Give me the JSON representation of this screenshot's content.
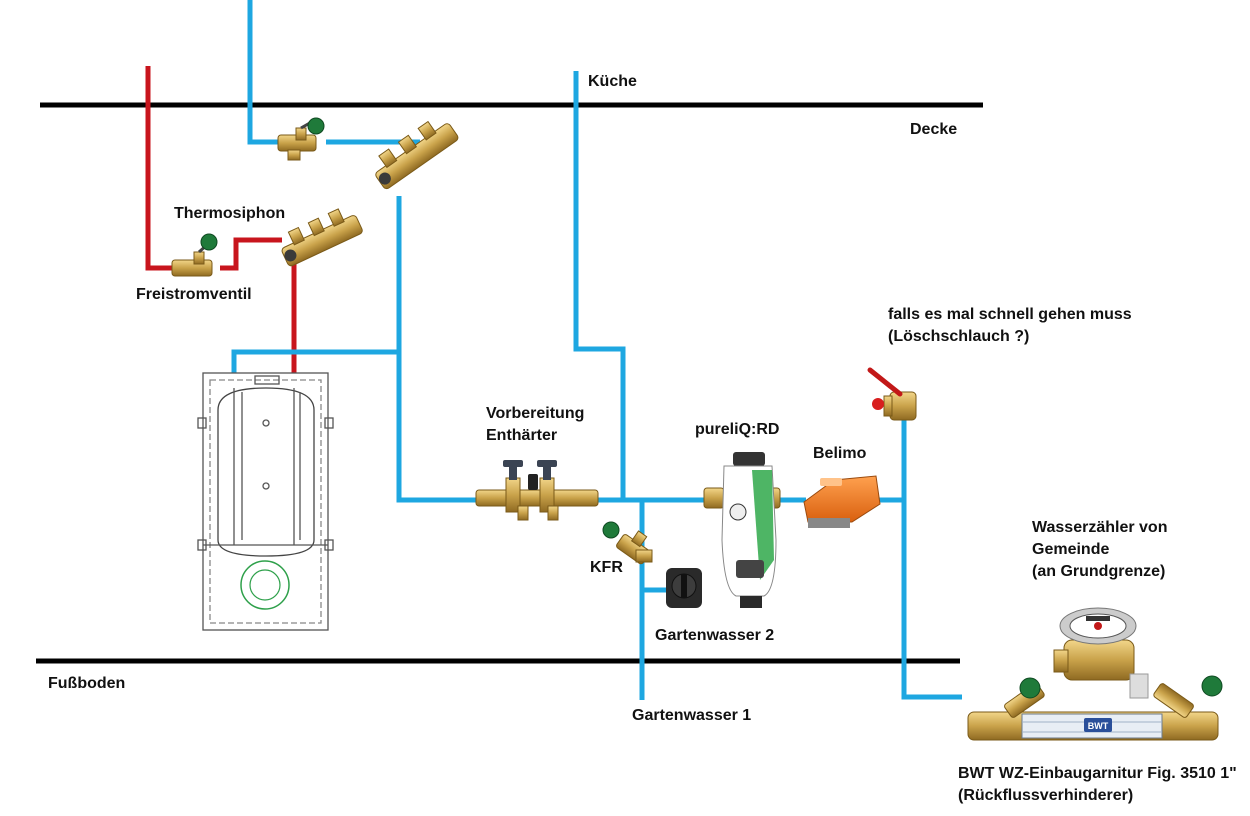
{
  "labels": {
    "kueche": "Küche",
    "decke": "Decke",
    "thermosiphon": "Thermosiphon",
    "freistromventil": "Freistromventil",
    "fussboden": "Fußboden",
    "vorbereitung_line1": "Vorbereitung",
    "vorbereitung_line2": "Enthärter",
    "pureliq": "pureliQ:RD",
    "belimo": "Belimo",
    "kfr": "KFR",
    "gartenwasser2": "Gartenwasser 2",
    "gartenwasser1": "Gartenwasser 1",
    "loeschschlauch_line1": "falls es mal schnell gehen muss",
    "loeschschlauch_line2": "(Löschschlauch ?)",
    "wasserzaehler_line1": "Wasserzähler von",
    "wasserzaehler_line2": "Gemeinde",
    "wasserzaehler_line3": "(an Grundgrenze)",
    "bwt_line1": "BWT WZ-Einbaugarnitur Fig. 3510 1\"",
    "bwt_line2": "(Rückflussverhinderer)",
    "filter_brand": "BWT"
  },
  "colors": {
    "cold_pipe": "#1ea7e1",
    "hot_pipe": "#c8151d",
    "structure_line": "#000000",
    "brass": "#c9a24a",
    "valve_handle": "#1f7a3a",
    "belimo_orange": "#f07a1c",
    "ball_valve_lever": "#d81e1e"
  },
  "icons": [
    "storage-tank-icon",
    "manifold-icon",
    "globe-valve-icon",
    "water-filter-icon",
    "actuator-icon",
    "ball-valve-icon",
    "water-meter-icon",
    "meter-fitting-icon"
  ]
}
